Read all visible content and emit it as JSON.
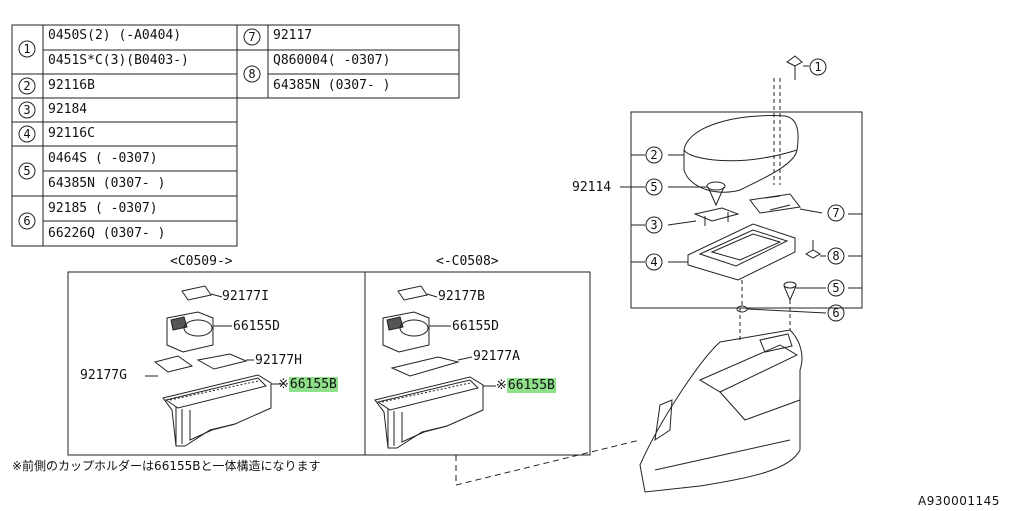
{
  "legend": {
    "rows": [
      {
        "key": "1",
        "parts": [
          "0450S(2)  (-A0404)",
          "0451S*C(3)(B0403-)"
        ]
      },
      {
        "key": "2",
        "parts": [
          "92116B"
        ]
      },
      {
        "key": "3",
        "parts": [
          "92184"
        ]
      },
      {
        "key": "4",
        "parts": [
          "92116C"
        ]
      },
      {
        "key": "5",
        "parts": [
          "0464S  ( -0307)",
          "64385N (0307- )"
        ]
      },
      {
        "key": "6",
        "parts": [
          "92185  ( -0307)",
          "66226Q (0307- )"
        ]
      },
      {
        "key": "7",
        "parts": [
          "92117"
        ]
      },
      {
        "key": "8",
        "parts": [
          "Q860004( -0307)",
          "64385N (0307- )"
        ]
      }
    ]
  },
  "left_panel": {
    "title": "<C0509->",
    "labels": {
      "a": "92177I",
      "b": "66155D",
      "c": "92177H",
      "d": "92177G",
      "e": "66155B"
    },
    "mark": "※"
  },
  "right_panel": {
    "title": "<-C0508>",
    "labels": {
      "a": "92177B",
      "b": "66155D",
      "c": "92177A",
      "e": "66155B"
    },
    "mark": "※"
  },
  "assembly": {
    "part": "92114",
    "callouts": [
      "1",
      "2",
      "5",
      "3",
      "7",
      "4",
      "8",
      "5",
      "6"
    ]
  },
  "note": "※前側のカップホルダーは66155Bと一体構造になります",
  "diagram_id": "A930001145",
  "colors": {
    "highlight": "#8ee08a",
    "line": "#222222"
  }
}
